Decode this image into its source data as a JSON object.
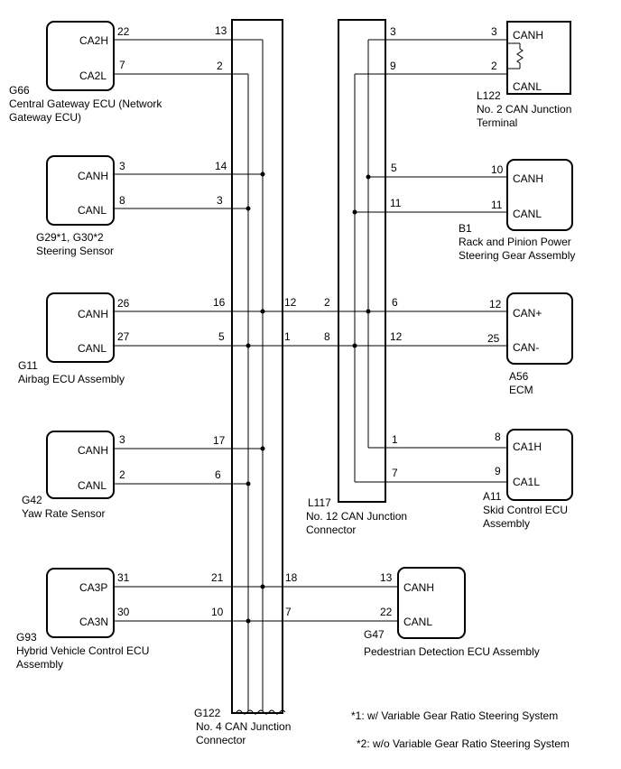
{
  "components": {
    "g66": {
      "code": "G66",
      "name_line1": "Central Gateway ECU (Network",
      "name_line2": "Gateway ECU)",
      "pin_top": "CA2H",
      "pin_bottom": "CA2L",
      "num_top": "22",
      "num_bottom": "7"
    },
    "g29": {
      "code_line": "G29*1, G30*2",
      "name_line1": "Steering Sensor",
      "pin_top": "CANH",
      "pin_bottom": "CANL",
      "num_top": "3",
      "num_bottom": "8"
    },
    "g11": {
      "code": "G11",
      "name_line1": "Airbag ECU Assembly",
      "pin_top": "CANH",
      "pin_bottom": "CANL",
      "num_top": "26",
      "num_bottom": "27"
    },
    "g42": {
      "code": "G42",
      "name_line1": "Yaw Rate Sensor",
      "pin_top": "CANH",
      "pin_bottom": "CANL",
      "num_top": "3",
      "num_bottom": "2"
    },
    "g93": {
      "code": "G93",
      "name_line1": "Hybrid Vehicle Control ECU",
      "name_line2": "Assembly",
      "pin_top": "CA3P",
      "pin_bottom": "CA3N",
      "num_top": "31",
      "num_bottom": "30"
    },
    "l122": {
      "code": "L122",
      "name_line1": "No. 2 CAN Junction",
      "name_line2": "Terminal",
      "pin_top": "CANH",
      "pin_bottom": "CANL",
      "num_top": "3",
      "num_bottom": "2"
    },
    "b1": {
      "code": "B1",
      "name_line1": "Rack and Pinion Power",
      "name_line2": "Steering Gear Assembly",
      "pin_top": "CANH",
      "pin_bottom": "CANL",
      "num_top": "10",
      "num_bottom": "11"
    },
    "a56": {
      "code": "A56",
      "name_line1": "ECM",
      "pin_top": "CAN+",
      "pin_bottom": "CAN-",
      "num_top": "12",
      "num_bottom": "25"
    },
    "a11": {
      "code": "A11",
      "name_line1": "Skid Control ECU",
      "name_line2": "Assembly",
      "pin_top": "CA1H",
      "pin_bottom": "CA1L",
      "num_top": "8",
      "num_bottom": "9"
    },
    "g47": {
      "code": "G47",
      "name_line1": "Pedestrian Detection ECU Assembly",
      "pin_top": "CANH",
      "pin_bottom": "CANL",
      "num_top": "13",
      "num_bottom": "22"
    }
  },
  "connectors": {
    "g122": {
      "code": "G122",
      "name_line1": "No. 4 CAN Junction",
      "name_line2": "Connector",
      "pins": {
        "g66_h": "13",
        "g66_l": "2",
        "g29_h": "14",
        "g29_l": "3",
        "g11_h": "16",
        "g11_l": "5",
        "g42_h": "17",
        "g42_l": "6",
        "g93_h": "21",
        "g93_l": "10",
        "out_h": "12",
        "out_l": "1",
        "g47_h": "18",
        "g47_l": "7"
      }
    },
    "l117": {
      "code": "L117",
      "name_line1": "No. 12 CAN Junction",
      "name_line2": "Connector",
      "pins": {
        "in_h": "2",
        "in_l": "8",
        "l122_h": "3",
        "l122_l": "9",
        "b1_h": "5",
        "b1_l": "11",
        "a56_h": "6",
        "a56_l": "12",
        "a11_h": "1",
        "a11_l": "7"
      }
    }
  },
  "notes": {
    "note1": "*1: w/ Variable Gear Ratio Steering System",
    "note2": "*2: w/o Variable Gear Ratio Steering System"
  }
}
